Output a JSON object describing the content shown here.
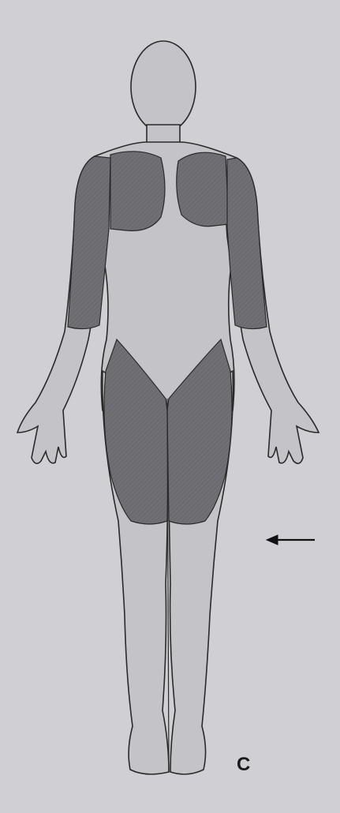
{
  "figure": {
    "panel_label": "C",
    "colors": {
      "background": "#cfcfd4",
      "body_fill": "#c3c3c8",
      "shaded_region": "#6b6b70",
      "outline": "#2a2a2a",
      "arrow": "#111111"
    },
    "shaded_regions": [
      "left-shoulder",
      "right-shoulder",
      "left-upper-arm",
      "right-upper-arm",
      "left-thigh",
      "right-thigh"
    ],
    "arrow": {
      "direction": "left"
    }
  }
}
